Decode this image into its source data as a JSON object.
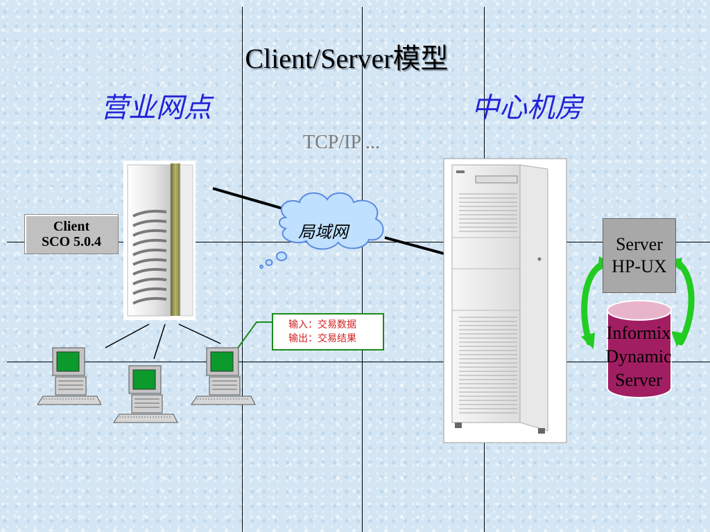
{
  "slide": {
    "title": "Client/Server模型",
    "left_heading": "营业网点",
    "right_heading": "中心机房",
    "protocol": "TCP/IP ..."
  },
  "client": {
    "line1": "Client",
    "line2": "SCO 5.0.4"
  },
  "network": {
    "label": "局域网"
  },
  "io_note": {
    "line1": "输入：交易数据",
    "line2": "输出：交易结果"
  },
  "server": {
    "line1": "Server",
    "line2": "HP-UX"
  },
  "database": {
    "line1": "Informix",
    "line2": "Dynamic",
    "line3": "Server"
  },
  "colors": {
    "heading": "#2323d8",
    "io_text": "#d02020",
    "io_border": "#1a8a1a",
    "db_fill": "#a21e62",
    "arrow_green": "#22cc22",
    "cloud": "#bfe0ff",
    "terminal_screen": "#0b9a2b"
  }
}
